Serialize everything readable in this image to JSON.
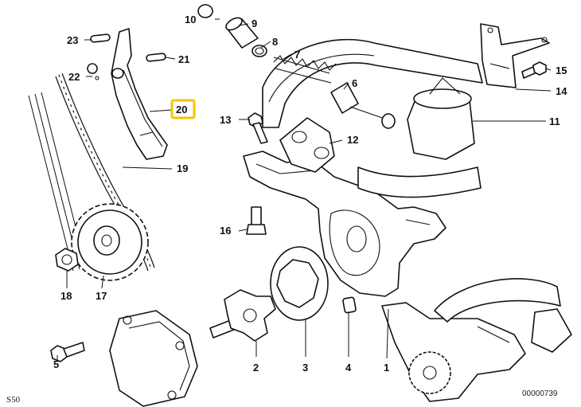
{
  "diagram": {
    "highlight_color": "#f5c400",
    "highlighted_label": "20",
    "labels": [
      {
        "id": "1",
        "text": "1"
      },
      {
        "id": "2",
        "text": "2"
      },
      {
        "id": "3",
        "text": "3"
      },
      {
        "id": "4",
        "text": "4"
      },
      {
        "id": "5",
        "text": "5"
      },
      {
        "id": "6",
        "text": "6"
      },
      {
        "id": "7",
        "text": "7"
      },
      {
        "id": "8",
        "text": "8"
      },
      {
        "id": "9",
        "text": "9"
      },
      {
        "id": "10",
        "text": "10"
      },
      {
        "id": "11",
        "text": "11"
      },
      {
        "id": "12",
        "text": "12"
      },
      {
        "id": "13",
        "text": "13"
      },
      {
        "id": "14",
        "text": "14"
      },
      {
        "id": "15",
        "text": "15"
      },
      {
        "id": "16",
        "text": "16"
      },
      {
        "id": "17",
        "text": "17"
      },
      {
        "id": "18",
        "text": "18"
      },
      {
        "id": "19",
        "text": "19"
      },
      {
        "id": "20",
        "text": "20"
      },
      {
        "id": "21",
        "text": "21"
      },
      {
        "id": "22",
        "text": "22"
      },
      {
        "id": "23",
        "text": "23"
      }
    ],
    "footer_left": "S50",
    "footer_right": "00000739"
  }
}
